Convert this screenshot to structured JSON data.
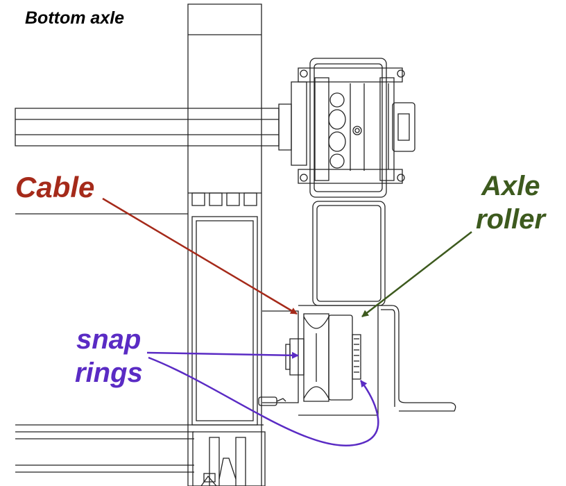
{
  "title": "Bottom axle",
  "labels": {
    "cable": "Cable",
    "axle_roller_line1": "Axle",
    "axle_roller_line2": "roller",
    "snap_rings_line1": "snap",
    "snap_rings_line2": "rings"
  },
  "colors": {
    "cable": "#a52a1a",
    "axle_roller": "#3d5a1e",
    "snap_rings": "#5a2bc4",
    "drawing": "#222222"
  }
}
